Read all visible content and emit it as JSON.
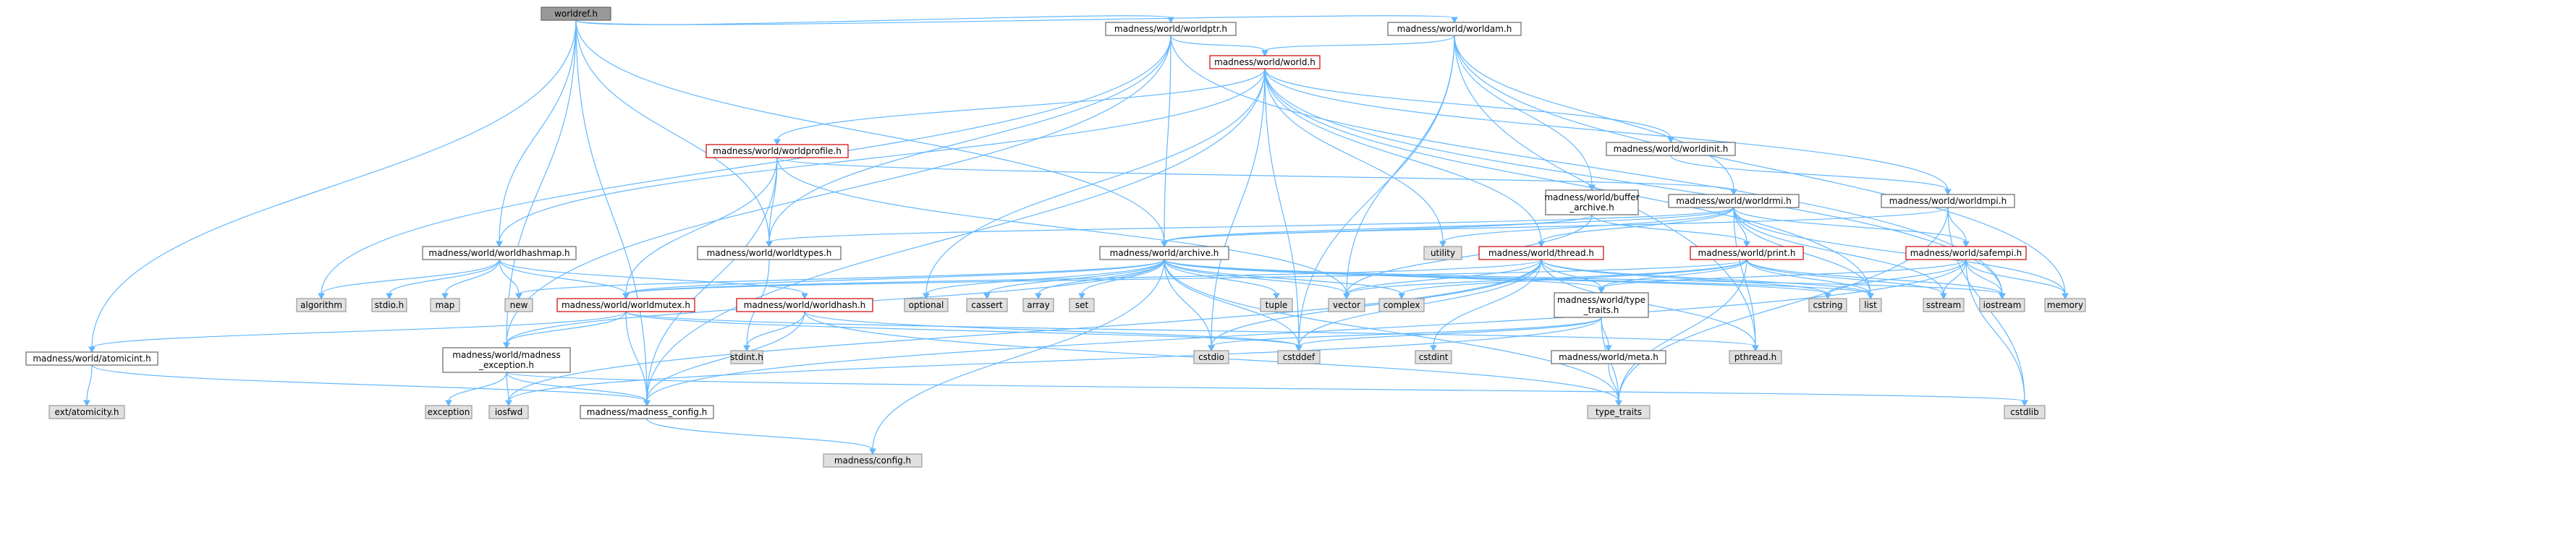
{
  "colors": {
    "edge": "#63b8ff",
    "plain_fill": "#ffffff",
    "plain_stroke": "#666666",
    "warn_fill": "#ffffff",
    "warn_stroke": "#cc0000",
    "ext_fill": "#e0e0e0",
    "ext_stroke": "#999999",
    "root_fill": "#999999",
    "root_stroke": "#666666"
  },
  "nodes": [
    {
      "id": "worldref",
      "lines": [
        "worldref.h"
      ],
      "kind": "root"
    },
    {
      "id": "worldptr",
      "lines": [
        "madness/world/worldptr.h"
      ],
      "kind": "plain"
    },
    {
      "id": "worldam",
      "lines": [
        "madness/world/worldam.h"
      ],
      "kind": "plain"
    },
    {
      "id": "world",
      "lines": [
        "madness/world/world.h"
      ],
      "kind": "warn"
    },
    {
      "id": "worldprofile",
      "lines": [
        "madness/world/worldprofile.h"
      ],
      "kind": "warn"
    },
    {
      "id": "worldinit",
      "lines": [
        "madness/world/worldinit.h"
      ],
      "kind": "plain"
    },
    {
      "id": "buffer_archive",
      "lines": [
        "madness/world/buffer",
        "_archive.h"
      ],
      "kind": "plain"
    },
    {
      "id": "worldrmi",
      "lines": [
        "madness/world/worldrmi.h"
      ],
      "kind": "plain"
    },
    {
      "id": "worldmpi",
      "lines": [
        "madness/world/worldmpi.h"
      ],
      "kind": "plain"
    },
    {
      "id": "worldhashmap",
      "lines": [
        "madness/world/worldhashmap.h"
      ],
      "kind": "plain"
    },
    {
      "id": "worldtypes",
      "lines": [
        "madness/world/worldtypes.h"
      ],
      "kind": "plain"
    },
    {
      "id": "archive",
      "lines": [
        "madness/world/archive.h"
      ],
      "kind": "plain"
    },
    {
      "id": "thread",
      "lines": [
        "madness/world/thread.h"
      ],
      "kind": "warn"
    },
    {
      "id": "print",
      "lines": [
        "madness/world/print.h"
      ],
      "kind": "warn"
    },
    {
      "id": "safempi",
      "lines": [
        "madness/world/safempi.h"
      ],
      "kind": "warn"
    },
    {
      "id": "worldmutex",
      "lines": [
        "madness/world/worldmutex.h"
      ],
      "kind": "warn"
    },
    {
      "id": "worldhash",
      "lines": [
        "madness/world/worldhash.h"
      ],
      "kind": "warn"
    },
    {
      "id": "type_traits_h",
      "lines": [
        "madness/world/type",
        "_traits.h"
      ],
      "kind": "plain"
    },
    {
      "id": "meta",
      "lines": [
        "madness/world/meta.h"
      ],
      "kind": "plain"
    },
    {
      "id": "atomicint",
      "lines": [
        "madness/world/atomicint.h"
      ],
      "kind": "plain"
    },
    {
      "id": "madness_exception",
      "lines": [
        "madness/world/madness",
        "_exception.h"
      ],
      "kind": "plain"
    },
    {
      "id": "madness_config",
      "lines": [
        "madness/madness_config.h"
      ],
      "kind": "plain"
    },
    {
      "id": "config",
      "lines": [
        "madness/config.h"
      ],
      "kind": "ext"
    },
    {
      "id": "ext_atomicity",
      "lines": [
        "ext/atomicity.h"
      ],
      "kind": "ext"
    },
    {
      "id": "exception",
      "lines": [
        "exception"
      ],
      "kind": "ext"
    },
    {
      "id": "iosfwd",
      "lines": [
        "iosfwd"
      ],
      "kind": "ext"
    },
    {
      "id": "type_traits",
      "lines": [
        "type_traits"
      ],
      "kind": "ext"
    },
    {
      "id": "cstdlib",
      "lines": [
        "cstdlib"
      ],
      "kind": "ext"
    },
    {
      "id": "algorithm",
      "lines": [
        "algorithm"
      ],
      "kind": "ext"
    },
    {
      "id": "stdio_h",
      "lines": [
        "stdio.h"
      ],
      "kind": "ext"
    },
    {
      "id": "map",
      "lines": [
        "map"
      ],
      "kind": "ext"
    },
    {
      "id": "new",
      "lines": [
        "new"
      ],
      "kind": "ext"
    },
    {
      "id": "optional",
      "lines": [
        "optional"
      ],
      "kind": "ext"
    },
    {
      "id": "cassert",
      "lines": [
        "cassert"
      ],
      "kind": "ext"
    },
    {
      "id": "array",
      "lines": [
        "array"
      ],
      "kind": "ext"
    },
    {
      "id": "set",
      "lines": [
        "set"
      ],
      "kind": "ext"
    },
    {
      "id": "tuple",
      "lines": [
        "tuple"
      ],
      "kind": "ext"
    },
    {
      "id": "vector",
      "lines": [
        "vector"
      ],
      "kind": "ext"
    },
    {
      "id": "complex",
      "lines": [
        "complex"
      ],
      "kind": "ext"
    },
    {
      "id": "cstring",
      "lines": [
        "cstring"
      ],
      "kind": "ext"
    },
    {
      "id": "list",
      "lines": [
        "list"
      ],
      "kind": "ext"
    },
    {
      "id": "sstream",
      "lines": [
        "sstream"
      ],
      "kind": "ext"
    },
    {
      "id": "iostream",
      "lines": [
        "iostream"
      ],
      "kind": "ext"
    },
    {
      "id": "memory",
      "lines": [
        "memory"
      ],
      "kind": "ext"
    },
    {
      "id": "utility",
      "lines": [
        "utility"
      ],
      "kind": "ext"
    },
    {
      "id": "stdint_h",
      "lines": [
        "stdint.h"
      ],
      "kind": "ext"
    },
    {
      "id": "cstdio",
      "lines": [
        "cstdio"
      ],
      "kind": "ext"
    },
    {
      "id": "cstddef",
      "lines": [
        "cstddef"
      ],
      "kind": "ext"
    },
    {
      "id": "cstdint",
      "lines": [
        "cstdint"
      ],
      "kind": "ext"
    },
    {
      "id": "pthread_h",
      "lines": [
        "pthread.h"
      ],
      "kind": "ext"
    }
  ],
  "edges": [
    [
      "worldref",
      "worldptr"
    ],
    [
      "worldref",
      "worldam"
    ],
    [
      "worldref",
      "worldhashmap"
    ],
    [
      "worldref",
      "worldtypes"
    ],
    [
      "worldref",
      "archive"
    ],
    [
      "worldref",
      "atomicint"
    ],
    [
      "worldref",
      "madness_exception"
    ],
    [
      "worldref",
      "madness_config"
    ],
    [
      "worldptr",
      "world"
    ],
    [
      "worldptr",
      "worldtypes"
    ],
    [
      "worldptr",
      "archive"
    ],
    [
      "worldptr",
      "algorithm"
    ],
    [
      "worldptr",
      "iostream"
    ],
    [
      "worldptr",
      "madness_exception"
    ],
    [
      "worldam",
      "world"
    ],
    [
      "worldam",
      "buffer_archive"
    ],
    [
      "worldam",
      "worldrmi"
    ],
    [
      "worldam",
      "vector"
    ],
    [
      "worldam",
      "cstddef"
    ],
    [
      "worldam",
      "memory"
    ],
    [
      "worldam",
      "pthread_h"
    ],
    [
      "world",
      "worldprofile"
    ],
    [
      "world",
      "worldinit"
    ],
    [
      "world",
      "worldmpi"
    ],
    [
      "world",
      "worldhashmap"
    ],
    [
      "world",
      "thread"
    ],
    [
      "world",
      "optional"
    ],
    [
      "world",
      "utility"
    ],
    [
      "world",
      "list"
    ],
    [
      "world",
      "iostream"
    ],
    [
      "world",
      "cstddef"
    ],
    [
      "world",
      "cstdio"
    ],
    [
      "world",
      "madness_config"
    ],
    [
      "worldprofile",
      "worldrmi"
    ],
    [
      "worldprofile",
      "worldtypes"
    ],
    [
      "worldprofile",
      "worldmutex"
    ],
    [
      "worldprofile",
      "vector"
    ],
    [
      "worldprofile",
      "madness_config"
    ],
    [
      "worldinit",
      "worldmpi"
    ],
    [
      "buffer_archive",
      "archive"
    ],
    [
      "buffer_archive",
      "print"
    ],
    [
      "buffer_archive",
      "vector"
    ],
    [
      "worldrmi",
      "worldtypes"
    ],
    [
      "worldrmi",
      "archive"
    ],
    [
      "worldrmi",
      "thread"
    ],
    [
      "worldrmi",
      "print"
    ],
    [
      "worldrmi",
      "safempi"
    ],
    [
      "worldrmi",
      "utility"
    ],
    [
      "worldrmi",
      "list"
    ],
    [
      "worldrmi",
      "sstream"
    ],
    [
      "worldrmi",
      "memory"
    ],
    [
      "worldrmi",
      "pthread_h"
    ],
    [
      "worldmpi",
      "safempi"
    ],
    [
      "worldmpi",
      "cstdlib"
    ],
    [
      "worldmpi",
      "archive"
    ],
    [
      "worldmpi",
      "type_traits"
    ],
    [
      "worldhashmap",
      "worldmutex"
    ],
    [
      "worldhashmap",
      "worldhash"
    ],
    [
      "worldhashmap",
      "algorithm"
    ],
    [
      "worldhashmap",
      "stdio_h"
    ],
    [
      "worldhashmap",
      "map"
    ],
    [
      "worldhashmap",
      "new"
    ],
    [
      "worldtypes",
      "stdint_h"
    ],
    [
      "archive",
      "type_traits_h"
    ],
    [
      "archive",
      "worldmutex"
    ],
    [
      "archive",
      "madness_exception"
    ],
    [
      "archive",
      "config"
    ],
    [
      "archive",
      "new"
    ],
    [
      "archive",
      "optional"
    ],
    [
      "archive",
      "cassert"
    ],
    [
      "archive",
      "array"
    ],
    [
      "archive",
      "set"
    ],
    [
      "archive",
      "tuple"
    ],
    [
      "archive",
      "vector"
    ],
    [
      "archive",
      "complex"
    ],
    [
      "archive",
      "cstring"
    ],
    [
      "archive",
      "list"
    ],
    [
      "archive",
      "iostream"
    ],
    [
      "archive",
      "cstdio"
    ],
    [
      "archive",
      "cstddef"
    ],
    [
      "archive",
      "type_traits"
    ],
    [
      "thread",
      "worldmutex"
    ],
    [
      "thread",
      "type_traits_h"
    ],
    [
      "thread",
      "vector"
    ],
    [
      "thread",
      "cstring"
    ],
    [
      "thread",
      "cstddef"
    ],
    [
      "thread",
      "cstdint"
    ],
    [
      "thread",
      "cstdio"
    ],
    [
      "thread",
      "pthread_h"
    ],
    [
      "thread",
      "list"
    ],
    [
      "thread",
      "iosfwd"
    ],
    [
      "print",
      "worldmutex"
    ],
    [
      "print",
      "type_traits_h"
    ],
    [
      "print",
      "complex"
    ],
    [
      "print",
      "list"
    ],
    [
      "print",
      "sstream"
    ],
    [
      "print",
      "iostream"
    ],
    [
      "print",
      "vector"
    ],
    [
      "print",
      "type_traits"
    ],
    [
      "safempi",
      "type_traits_h"
    ],
    [
      "safempi",
      "cstring"
    ],
    [
      "safempi",
      "sstream"
    ],
    [
      "safempi",
      "iostream"
    ],
    [
      "safempi",
      "memory"
    ],
    [
      "safempi",
      "cstdlib"
    ],
    [
      "safempi",
      "madness_config"
    ],
    [
      "worldmutex",
      "atomicint"
    ],
    [
      "worldmutex",
      "madness_exception"
    ],
    [
      "worldmutex",
      "madness_config"
    ],
    [
      "worldmutex",
      "pthread_h"
    ],
    [
      "worldmutex",
      "cstddef"
    ],
    [
      "worldhash",
      "stdint_h"
    ],
    [
      "worldhash",
      "cstddef"
    ],
    [
      "worldhash",
      "type_traits"
    ],
    [
      "worldhash",
      "madness_config"
    ],
    [
      "type_traits_h",
      "meta"
    ],
    [
      "type_traits_h",
      "type_traits"
    ],
    [
      "type_traits_h",
      "cstddef"
    ],
    [
      "type_traits_h",
      "cstdio"
    ],
    [
      "type_traits_h",
      "iosfwd"
    ],
    [
      "meta",
      "type_traits"
    ],
    [
      "atomicint",
      "ext_atomicity"
    ],
    [
      "atomicint",
      "madness_config"
    ],
    [
      "madness_exception",
      "exception"
    ],
    [
      "madness_exception",
      "iosfwd"
    ],
    [
      "madness_exception",
      "madness_config"
    ],
    [
      "madness_exception",
      "cstdlib"
    ],
    [
      "madness_config",
      "config"
    ]
  ]
}
